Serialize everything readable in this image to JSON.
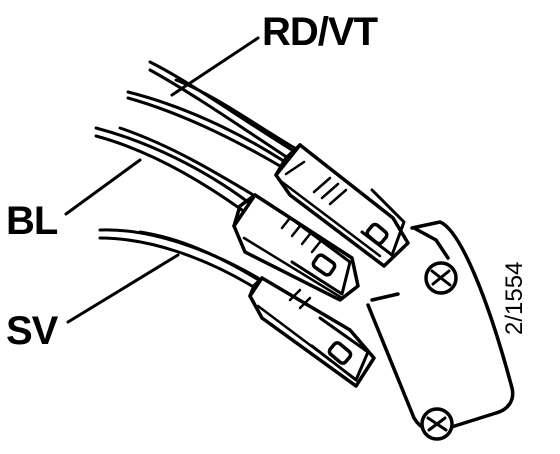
{
  "callouts": {
    "rd_vt": "RD/VT",
    "bl": "BL",
    "sv": "SV"
  },
  "figure_number": "2/1554",
  "colors": {
    "ink": "#000000",
    "background": "#ffffff"
  }
}
